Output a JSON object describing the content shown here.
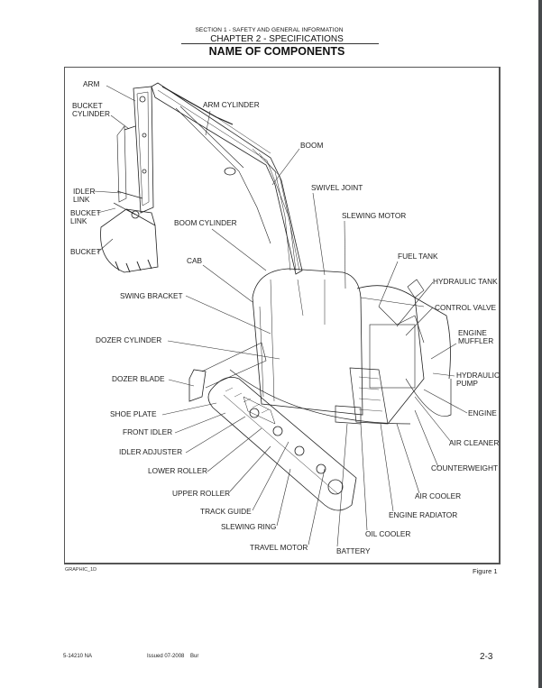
{
  "header": {
    "section": "SECTION 1 - SAFETY AND GENERAL INFORMATION",
    "chapter": "CHAPTER 2 - SPECIFICATIONS",
    "title": "NAME OF COMPONENTS"
  },
  "figure": {
    "graphic_id": "GRAPHIC_1D",
    "caption": "Figure 1",
    "labels": {
      "arm": "ARM",
      "bucket_cylinder_1": "BUCKET",
      "bucket_cylinder_2": "CYLINDER",
      "arm_cylinder": "ARM CYLINDER",
      "boom": "BOOM",
      "swivel_joint": "SWIVEL JOINT",
      "slewing_motor": "SLEWING MOTOR",
      "idler_link_1": "IDLER",
      "idler_link_2": "LINK",
      "bucket_link_1": "BUCKET",
      "bucket_link_2": "LINK",
      "boom_cylinder": "BOOM CYLINDER",
      "bucket": "BUCKET",
      "cab": "CAB",
      "fuel_tank": "FUEL TANK",
      "hydraulic_tank": "HYDRAULIC TANK",
      "swing_bracket": "SWING BRACKET",
      "control_valve": "CONTROL VALVE",
      "engine_muffler_1": "ENGINE",
      "engine_muffler_2": "MUFFLER",
      "dozer_cylinder": "DOZER CYLINDER",
      "hydraulic_pump_1": "HYDRAULIC",
      "hydraulic_pump_2": "PUMP",
      "dozer_blade": "DOZER BLADE",
      "engine": "ENGINE",
      "shoe_plate": "SHOE PLATE",
      "front_idler": "FRONT IDLER",
      "air_cleaner": "AIR CLEANER",
      "idler_adjuster": "IDLER ADJUSTER",
      "counterweight": "COUNTERWEIGHT",
      "lower_roller": "LOWER ROLLER",
      "upper_roller": "UPPER ROLLER",
      "air_cooler": "AIR COOLER",
      "track_guide": "TRACK GUIDE",
      "engine_radiator": "ENGINE RADIATOR",
      "slewing_ring": "SLEWING RING",
      "oil_cooler": "OIL COOLER",
      "travel_motor": "TRAVEL MOTOR",
      "battery": "BATTERY"
    }
  },
  "footer": {
    "doc_number": "5-14210 NA",
    "issued": "Issued 07-2008    Bur",
    "page": "2-3"
  }
}
